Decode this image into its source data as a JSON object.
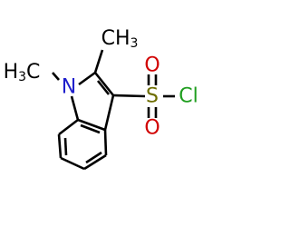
{
  "molecule": {
    "atoms": {
      "n1": {
        "element": "N",
        "color": "#1f1fcc"
      },
      "s": {
        "element": "S",
        "color": "#6e6e00"
      },
      "o_top": {
        "element": "O",
        "color": "#d10000"
      },
      "o_bottom": {
        "element": "O",
        "color": "#d10000"
      },
      "cl": {
        "element": "Cl",
        "color": "#1f9e1f"
      }
    },
    "groups": {
      "n_methyl": {
        "main": "H",
        "sub": "3",
        "tail": "C"
      },
      "c2_methyl": {
        "main": "CH",
        "sub": "3"
      }
    },
    "bond_color": "#000000"
  }
}
